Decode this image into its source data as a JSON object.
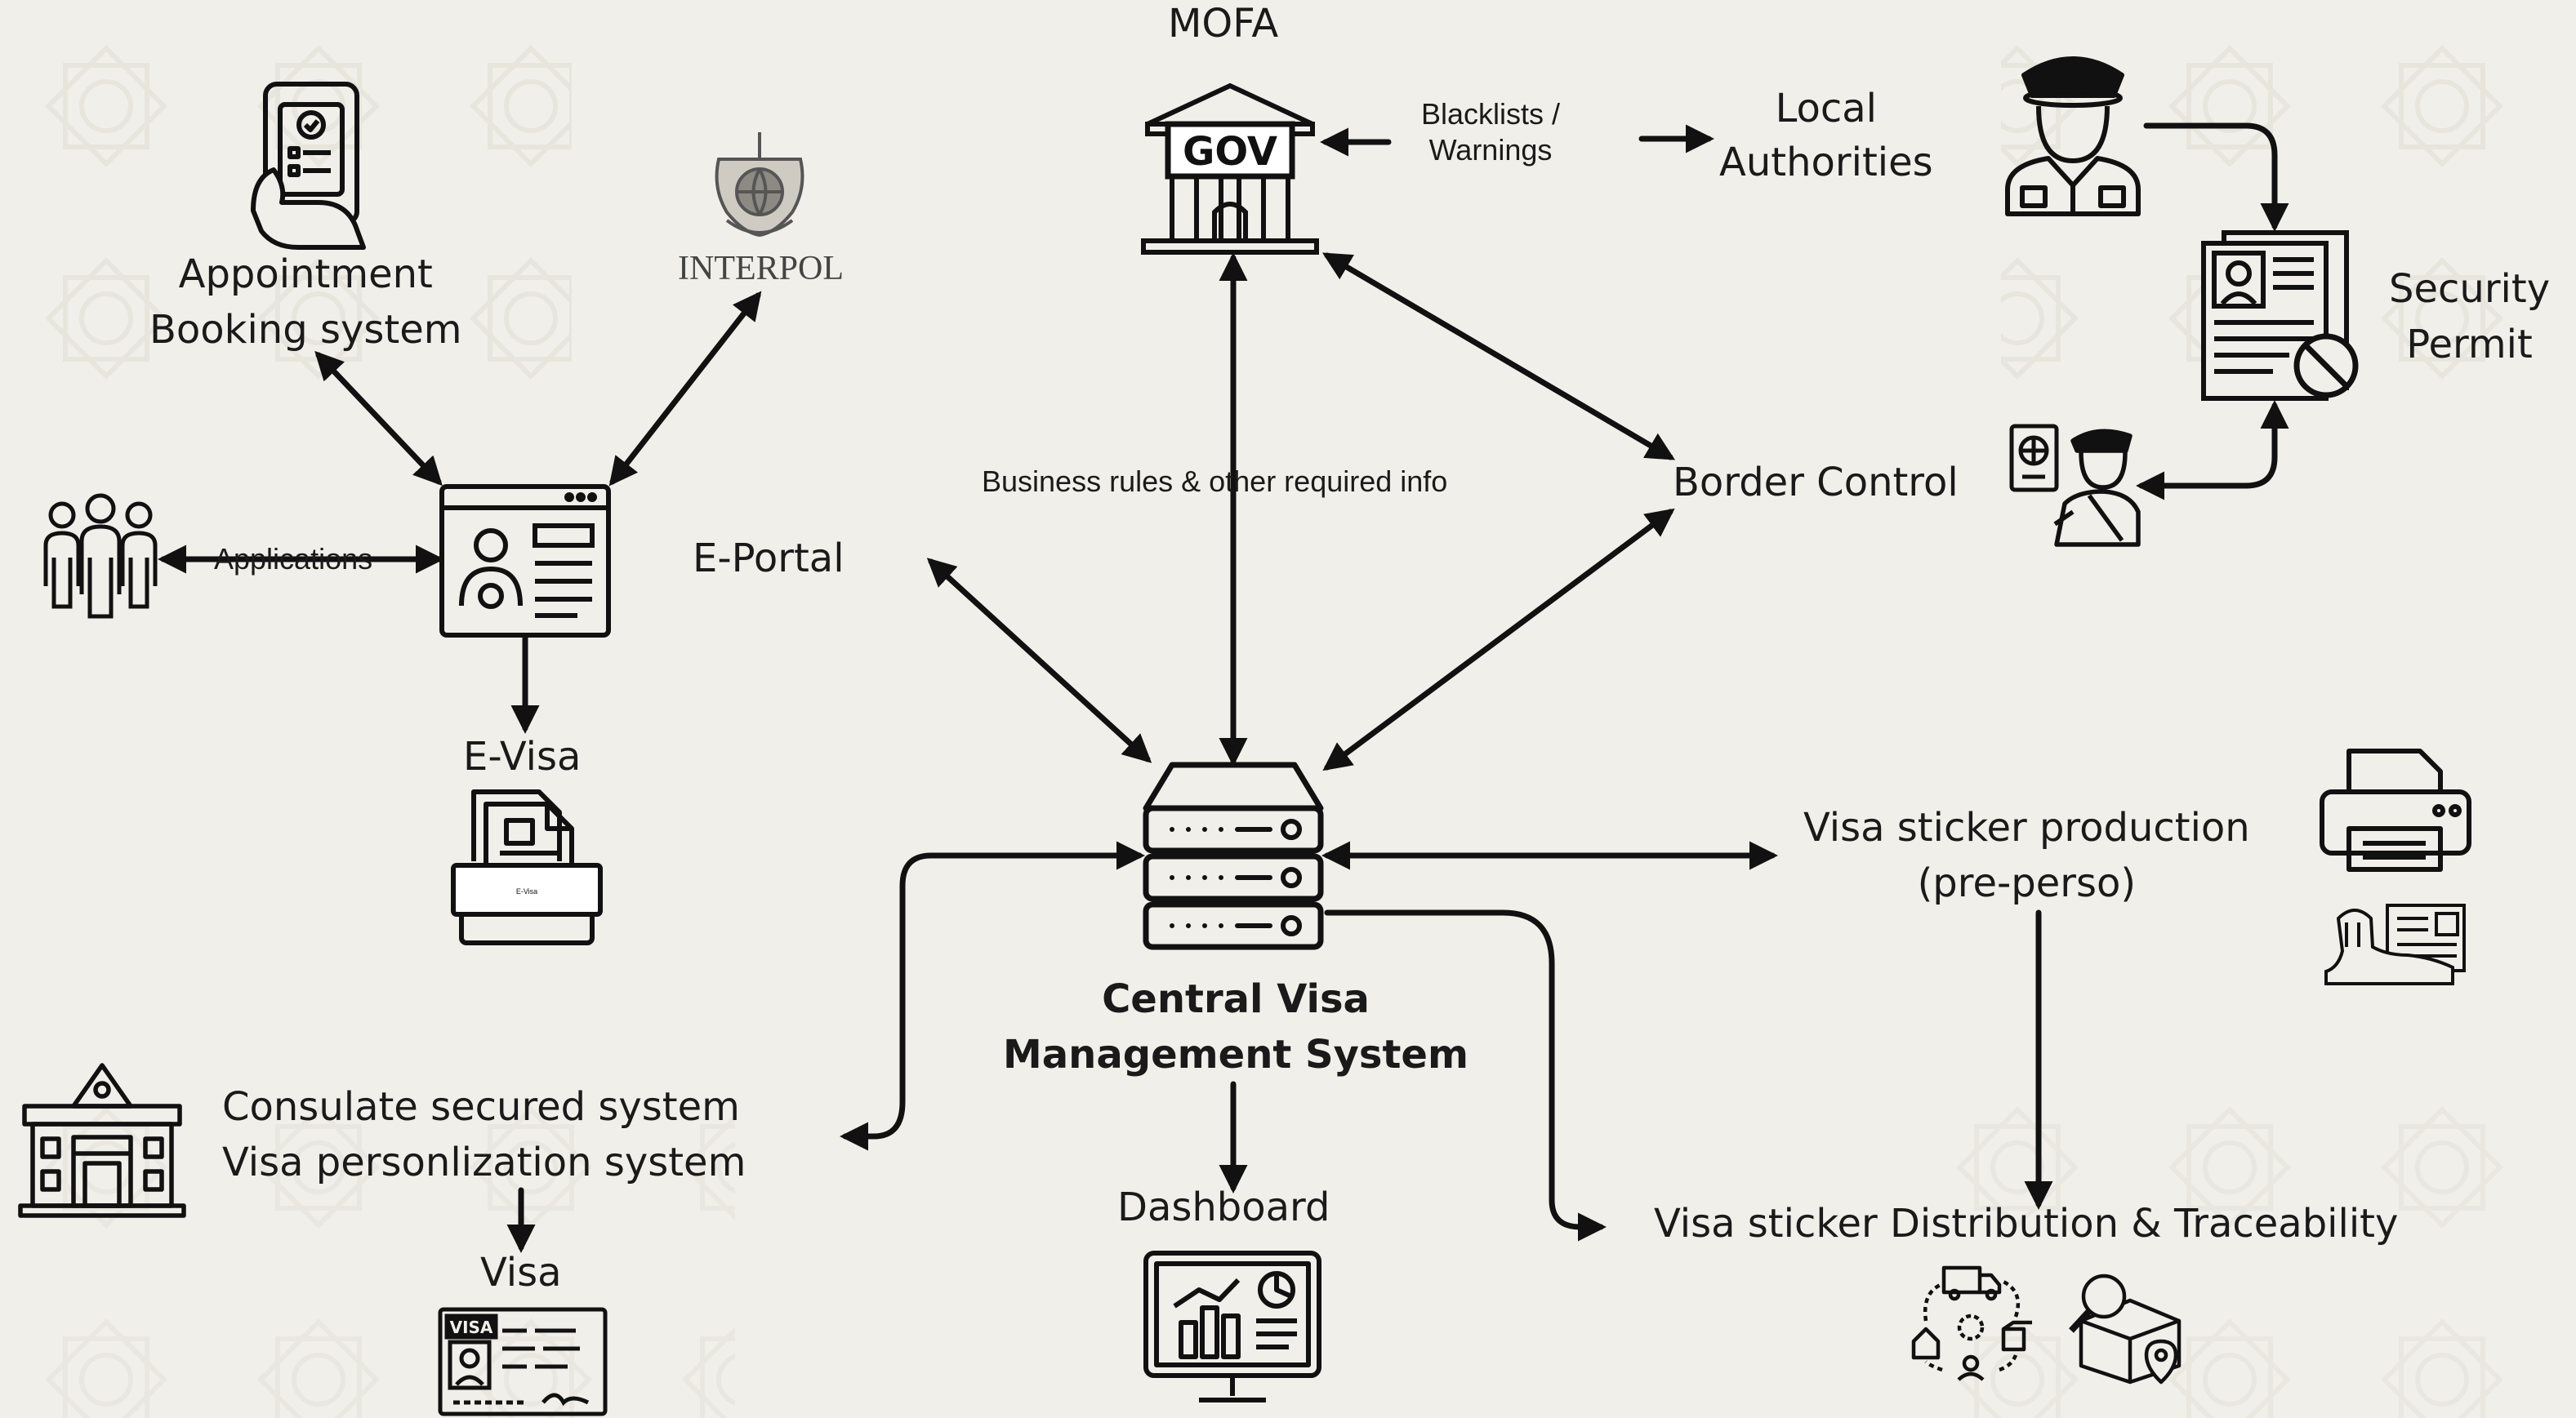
{
  "colors": {
    "background": "#f1efea",
    "ink": "#111111",
    "pattern": "#e3dfd6"
  },
  "nodes": {
    "mofa": "MOFA",
    "gov_text": "GOV",
    "blacklists_1": "Blacklists /",
    "blacklists_2": "Warnings",
    "local_1": "Local",
    "local_2": "Authorities",
    "security_1": "Security",
    "security_2": "Permit",
    "border": "Border Control",
    "business": "Business rules & other required info",
    "appointment_1": "Appointment",
    "appointment_2": "Booking system",
    "interpol": "INTERPOL",
    "applications": "Applications",
    "eportal": "E-Portal",
    "evisa": "E-Visa",
    "evisa_doc": "E-Visa",
    "cvms_1": "Central Visa",
    "cvms_2": "Management System",
    "sticker_1": "Visa sticker production",
    "sticker_2": "(pre-perso)",
    "consulate_1": "Consulate secured system",
    "consulate_2": "Visa personlization system",
    "visa": "Visa",
    "visa_card": "VISA",
    "dashboard": "Dashboard",
    "distribution": "Visa sticker Distribution & Traceability"
  },
  "icons": [
    "government-building-icon",
    "police-officer-icon",
    "id-document-icon",
    "forbidden-icon",
    "border-officer-icon",
    "passport-icon",
    "mobile-booking-icon",
    "interpol-emblem-icon",
    "people-group-icon",
    "web-portal-icon",
    "printer-evisa-icon",
    "server-icon",
    "printer-icon",
    "sphinx-sticker-icon",
    "consulate-building-icon",
    "visa-card-icon",
    "dashboard-monitor-icon",
    "delivery-network-icon",
    "package-tracking-icon"
  ]
}
